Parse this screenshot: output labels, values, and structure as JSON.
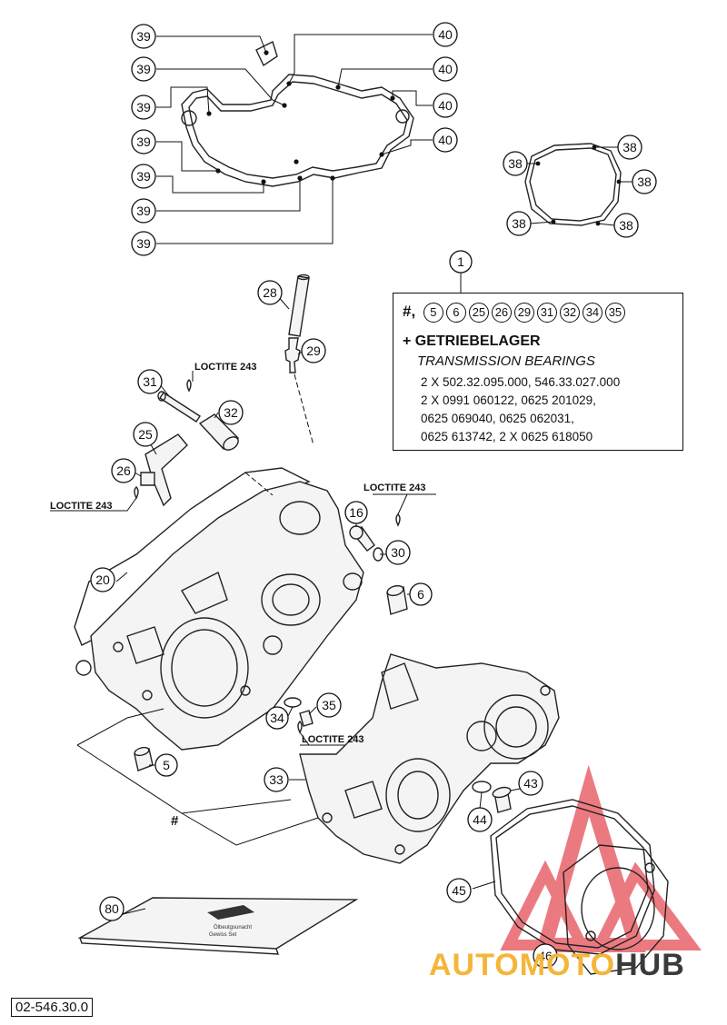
{
  "document_number": "02-546.30.0",
  "callouts": [
    {
      "label": "39"
    },
    {
      "label": "39"
    },
    {
      "label": "39"
    },
    {
      "label": "39"
    },
    {
      "label": "39"
    },
    {
      "label": "39"
    },
    {
      "label": "39"
    },
    {
      "label": "40"
    },
    {
      "label": "40"
    },
    {
      "label": "40"
    },
    {
      "label": "40"
    },
    {
      "label": "38"
    },
    {
      "label": "38"
    },
    {
      "label": "38"
    },
    {
      "label": "38"
    },
    {
      "label": "38"
    },
    {
      "label": "1"
    },
    {
      "label": "28"
    },
    {
      "label": "29"
    },
    {
      "label": "31"
    },
    {
      "label": "32"
    },
    {
      "label": "25"
    },
    {
      "label": "26"
    },
    {
      "label": "16"
    },
    {
      "label": "30"
    },
    {
      "label": "6"
    },
    {
      "label": "20"
    },
    {
      "label": "34"
    },
    {
      "label": "35"
    },
    {
      "label": "5"
    },
    {
      "label": "33"
    },
    {
      "label": "43"
    },
    {
      "label": "44"
    },
    {
      "label": "45"
    },
    {
      "label": "46"
    },
    {
      "label": "80"
    }
  ],
  "loctite_labels": [
    "LOCTITE 243",
    "LOCTITE 243",
    "LOCTITE 243",
    "LOCTITE 243"
  ],
  "hash_marker": "#",
  "info_box": {
    "hash": "#,",
    "refs": [
      "5",
      "6",
      "25",
      "26",
      "29",
      "31",
      "32",
      "34",
      "35"
    ],
    "getriebelager": "+ GETRIEBELAGER",
    "transmission": "TRANSMISSION BEARINGS",
    "codes": [
      "2 X 502.32.095.000, 546.33.027.000",
      "2 X 0991 060122, 0625 201029,",
      "0625 069040, 0625 062031,",
      "0625 613742, 2 X 0625 618050"
    ]
  },
  "watermark": {
    "part1": "AUTO",
    "part2": "MOTO",
    "part3": "HUB",
    "accent_color": "#f4b63a",
    "logo_color": "#e8636b"
  }
}
